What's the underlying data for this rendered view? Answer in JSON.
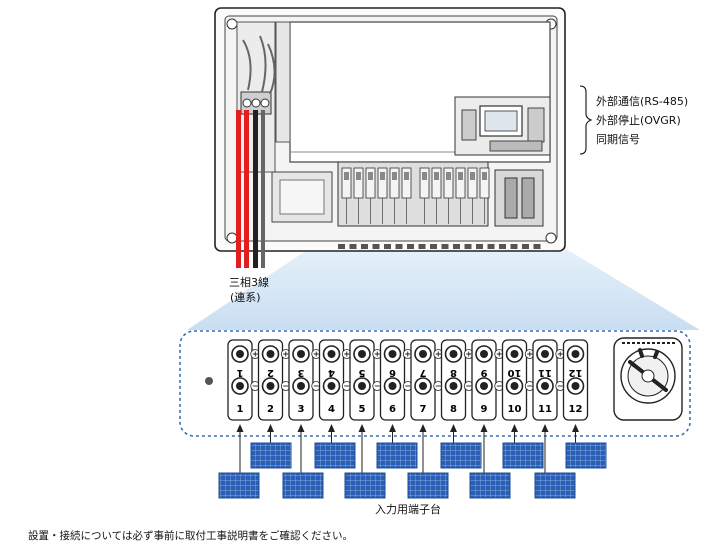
{
  "signals": {
    "line1": "外部通信(RS-485)",
    "line2": "外部停止(OVGR)",
    "line3": "同期信号"
  },
  "output": {
    "line1": "三相3線",
    "line2": "(連系)"
  },
  "terminal_block": {
    "caption": "入力用端子台",
    "numbers": [
      "1",
      "2",
      "3",
      "4",
      "5",
      "6",
      "7",
      "8",
      "9",
      "10",
      "11",
      "12"
    ]
  },
  "footnote": "設置・接続については必ず事前に取付工事説明書をご確認ください。",
  "colors": {
    "red_cable": "#e21e1e",
    "black_cable": "#222222",
    "panel_blue": "#2a5fb5",
    "callout_dash": "#3a6fb5",
    "cone": "#cfe3f5"
  }
}
